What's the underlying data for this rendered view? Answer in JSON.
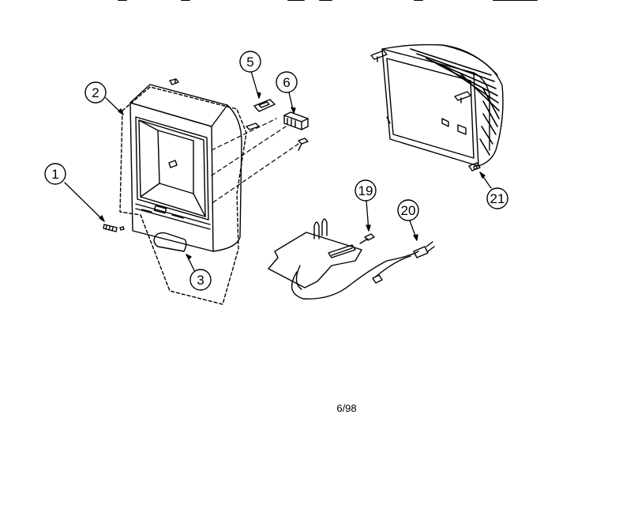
{
  "callouts": {
    "c1": "1",
    "c2": "2",
    "c3": "3",
    "c5": "5",
    "c6": "6",
    "c19": "19",
    "c20": "20",
    "c21": "21"
  },
  "footer": {
    "page_code": "6/98"
  },
  "colors": {
    "ink": "#000000",
    "paper": "#ffffff"
  }
}
